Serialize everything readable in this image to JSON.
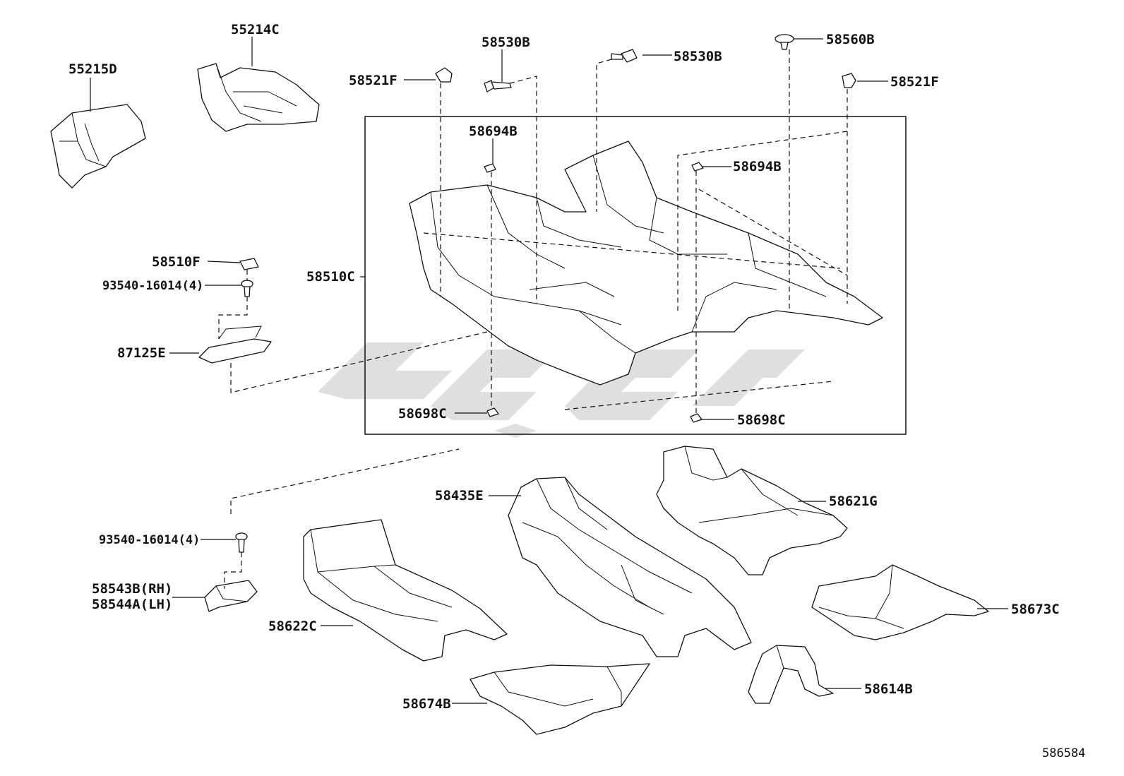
{
  "diagram_number": "586584",
  "parts": {
    "p55215D": "55215D",
    "p55214C": "55214C",
    "p58530B_a": "58530B",
    "p58530B_b": "58530B",
    "p58560B": "58560B",
    "p58521F_a": "58521F",
    "p58521F_b": "58521F",
    "p58694B_a": "58694B",
    "p58694B_b": "58694B",
    "p58510F": "58510F",
    "p93540_a": "93540-16014(4)",
    "p87125E": "87125E",
    "p58510C": "58510C",
    "p58698C_a": "58698C",
    "p58698C_b": "58698C",
    "p58435E": "58435E",
    "p58621G": "58621G",
    "p93540_b": "93540-16014(4)",
    "p58543B": "58543B(RH)",
    "p58544A": "58544A(LH)",
    "p58622C": "58622C",
    "p58673C": "58673C",
    "p58674B": "58674B",
    "p58614B": "58614B"
  }
}
